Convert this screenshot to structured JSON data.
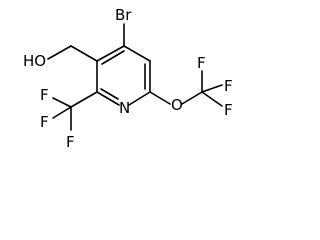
{
  "molecule": {
    "atoms": {
      "br": "Br",
      "ho": "HO",
      "n": "N",
      "o": "O",
      "f_tl": "F",
      "f_l": "F",
      "f_b": "F",
      "f_tr": "F",
      "f_r": "F",
      "f_br": "F"
    }
  }
}
